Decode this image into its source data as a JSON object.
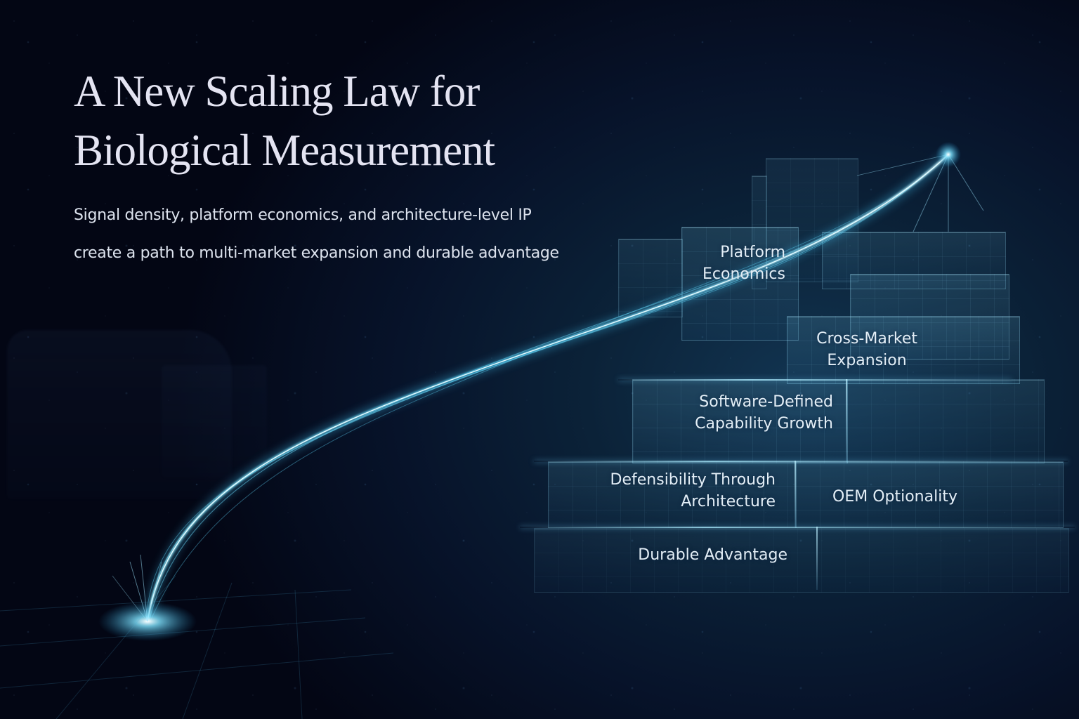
{
  "hero": {
    "title_line1": "A New Scaling Law for",
    "title_line2": "Biological Measurement",
    "subtitle_line1": "Signal density, platform economics, and architecture-level IP",
    "subtitle_line2": "create a path to multi-market expansion and durable advantage"
  },
  "pillars": [
    {
      "line1": "Platform",
      "line2": "Economics"
    },
    {
      "line1": "Cross-Market",
      "line2": "Expansion"
    },
    {
      "line1": "Software-Defined",
      "line2": "Capability Growth"
    },
    {
      "line1": "Defensibility Through",
      "line2": "Architecture"
    },
    {
      "line1": "OEM Optionality",
      "line2": ""
    },
    {
      "line1": "Durable Advantage",
      "line2": ""
    }
  ],
  "visual": {
    "curve_icon": "glowing-growth-curve",
    "origin_icon": "light-burst",
    "accent_color": "#5fd3f5",
    "background_color": "#050a1c"
  }
}
